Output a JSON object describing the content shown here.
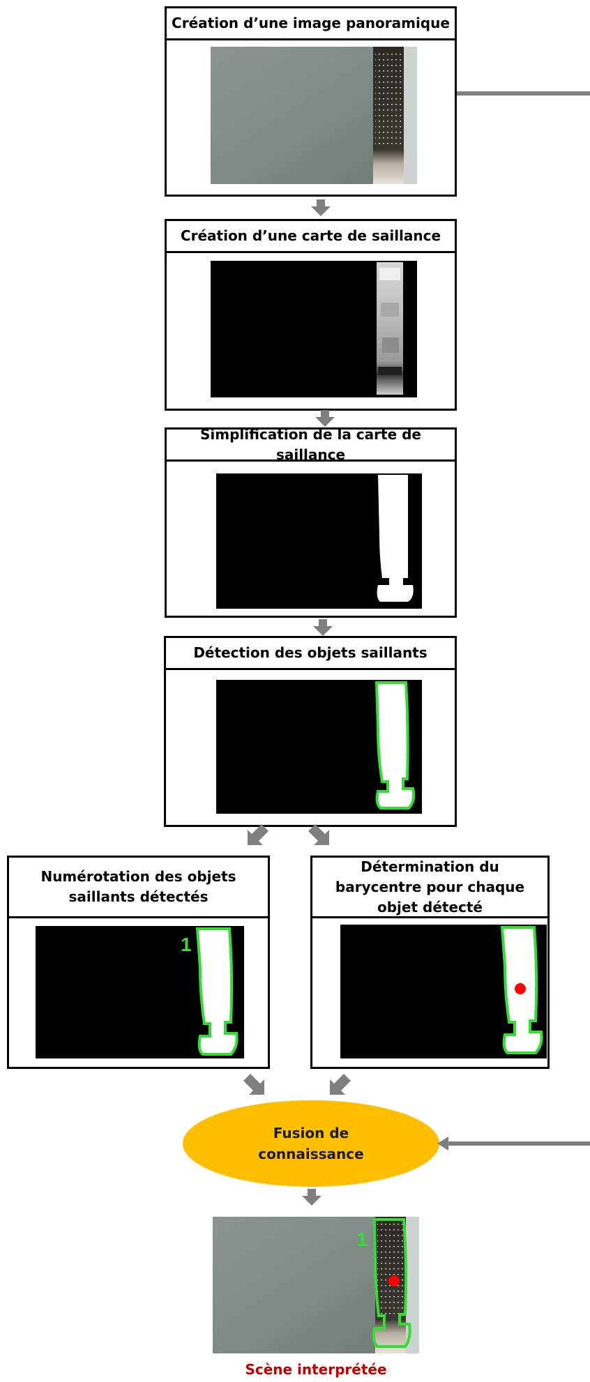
{
  "steps": {
    "panorama": "Création d’une image panoramique",
    "saliency_map": "Création d’une carte de saillance",
    "simplification": "Simplification de la carte de saillance",
    "detection": "Détection des objets saillants",
    "numbering": "Numérotation des objets saillants détectés",
    "barycenter": "Détermination du barycentre pour chaque objet détecté"
  },
  "fusion": "Fusion de connaissance",
  "object_number": "1",
  "result_caption": "Scène interprétée",
  "colors": {
    "contour": "#33dd33",
    "barycenter": "#ff0000",
    "ellipse": "#ffbf00",
    "arrow": "#7f7f7f",
    "caption": "#c00000"
  }
}
